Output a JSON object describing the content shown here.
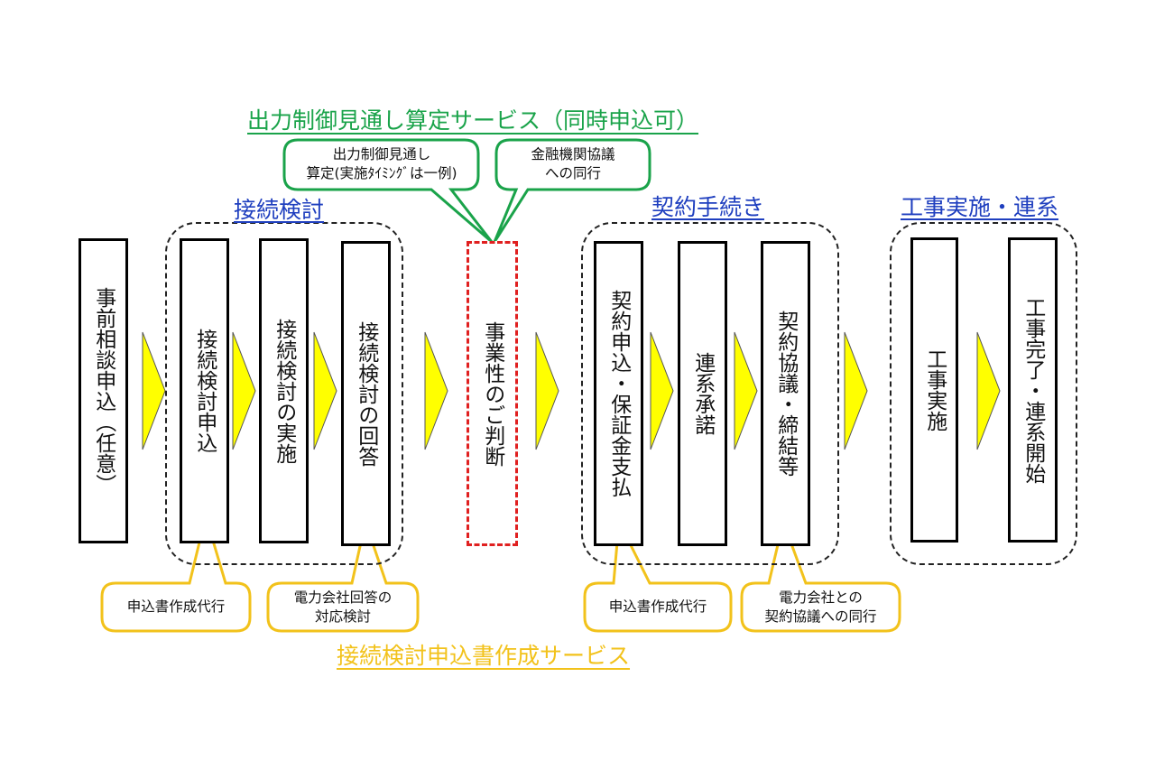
{
  "banners": {
    "top": "出力制御見通し算定サービス（同時申込可）",
    "bottom": "接続検討申込書作成サービス"
  },
  "groups": {
    "connection_review": "接続検討",
    "contract": "契約手続き",
    "construction": "工事実施・連系"
  },
  "steps": {
    "pre_consult": "事前相談申込（任意）",
    "review_apply": "接続検討申込",
    "review_exec": "接続検討の実施",
    "review_answer": "接続検討の回答",
    "business_decision": "事業性のご判断",
    "contract_apply": "契約申込・保証金支払",
    "grid_consent": "連系承諾",
    "contract_agree": "契約協議・締結等",
    "construction": "工事実施",
    "completion": "工事完了・連系開始"
  },
  "callouts": {
    "green_forecast": [
      "出力制御見通し",
      "算定(実施ﾀｲﾐﾝｸﾞは一例)"
    ],
    "green_finance": [
      "金融機関協議",
      "への同行"
    ],
    "yellow_apply_review": [
      "申込書作成代行"
    ],
    "yellow_answer": [
      "電力会社回答の",
      "対応検討"
    ],
    "yellow_apply_contract": [
      "申込書作成代行"
    ],
    "yellow_contract": [
      "電力会社との",
      "契約協議への同行"
    ]
  },
  "colors": {
    "green": "#1aa34a",
    "yellow": "#f2c21b",
    "arrow": "#ffff00",
    "blue": "#1f3fbf",
    "red": "#e02020"
  }
}
